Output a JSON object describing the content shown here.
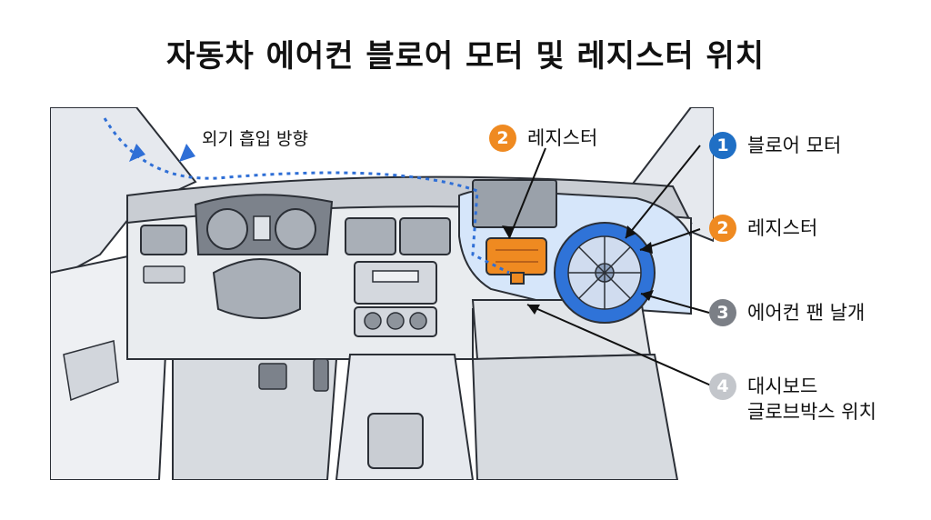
{
  "title": "자동차 에어컨 블로어 모터 및 레지스터 위치",
  "airflow_label": "외기 흡입 방향",
  "callouts": [
    {
      "number": "1",
      "label": "블로어 모터",
      "color": "#1f6fc5"
    },
    {
      "number": "2",
      "label": "레지스터",
      "color": "#ef8a21"
    },
    {
      "number": "3",
      "label": "에어컨 팬 날개",
      "color": "#7b7f86"
    },
    {
      "number": "4",
      "label_line1": "대시보드",
      "label_line2": "글로브박스 위치",
      "color": "#c3c6cb"
    },
    {
      "number": "2",
      "label": "레지스터",
      "color": "#ef8a21"
    }
  ],
  "colors": {
    "line": "#2b2f36",
    "dash_light": "#e9ecef",
    "dash_mid": "#c9cdd3",
    "airflow": "#2f6fd6",
    "duct": "#d6e6fa",
    "motor": "#2f73d8",
    "resistor": "#ef8a21"
  },
  "icons": [
    "airflow-dotted-arrow",
    "blower-motor-icon",
    "resistor-icon"
  ]
}
